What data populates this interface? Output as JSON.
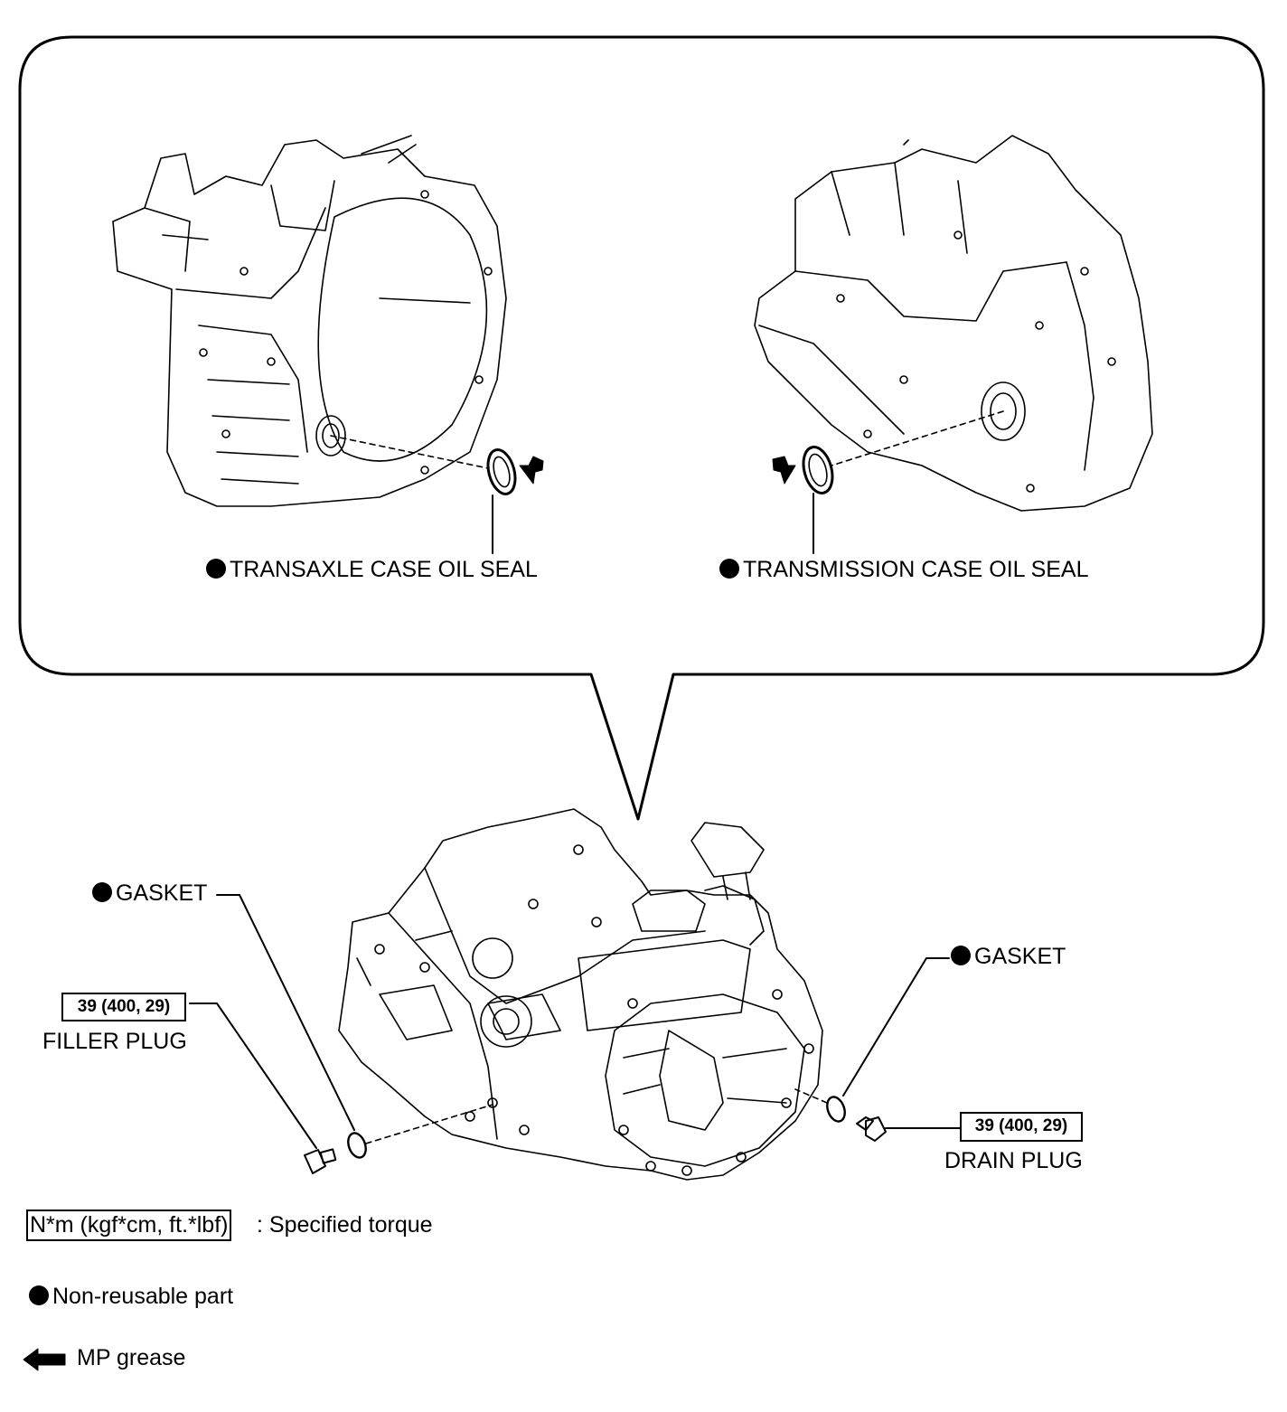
{
  "callout": {
    "left_label": "TRANSAXLE CASE OIL SEAL",
    "right_label": "TRANSMISSION CASE OIL SEAL"
  },
  "parts": {
    "gasket_left": "GASKET",
    "gasket_right": "GASKET",
    "filler_torque": "39 (400, 29)",
    "filler_label": "FILLER PLUG",
    "drain_torque": "39 (400, 29)",
    "drain_label": "DRAIN PLUG"
  },
  "legend": {
    "torque_box": "N*m (kgf*cm, ft.*lbf)",
    "torque_text": ": Specified torque",
    "nonreusable_text": "Non-reusable part",
    "grease_text": "MP grease"
  }
}
